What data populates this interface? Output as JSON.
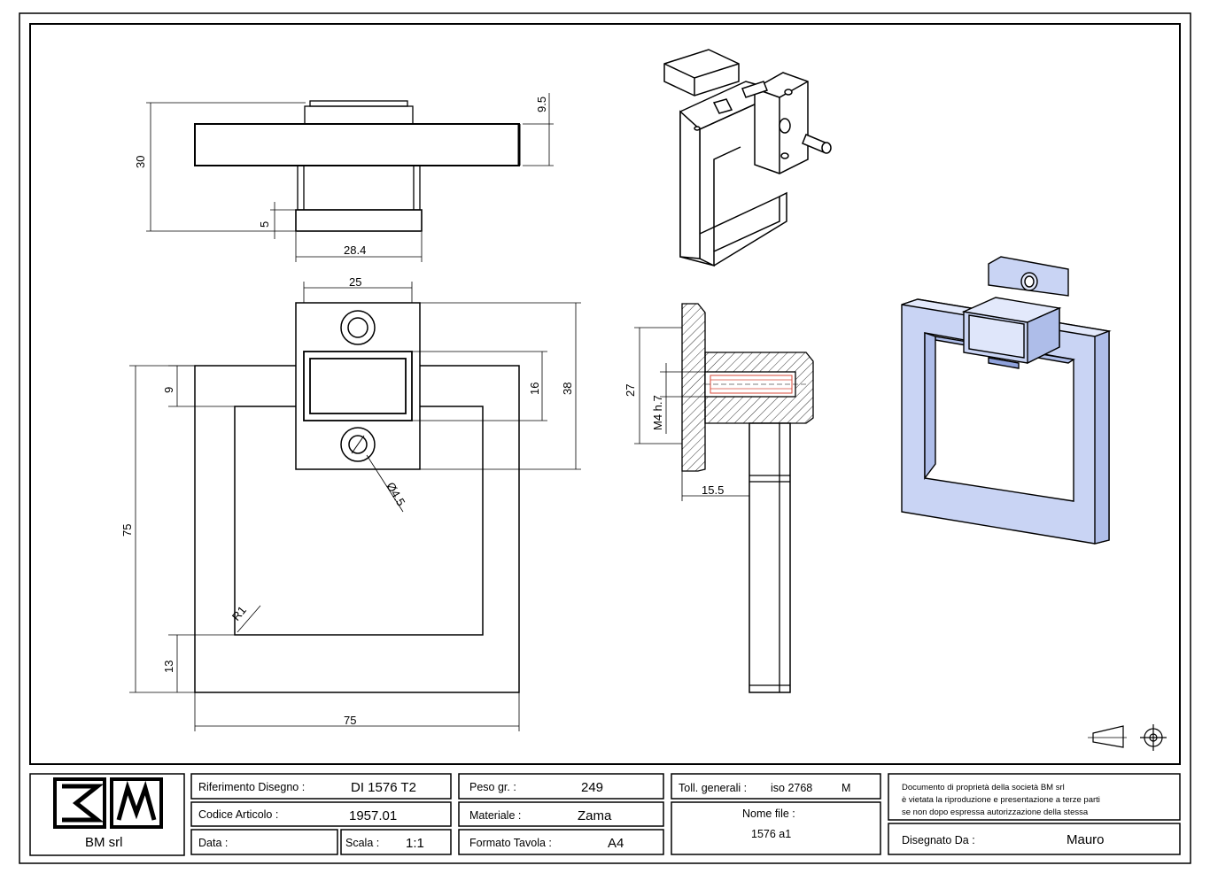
{
  "title_block": {
    "company_name": "BM srl",
    "riferimento_label": "Riferimento Disegno :",
    "riferimento_value": "DI 1576 T2",
    "codice_label": "Codice Articolo :",
    "codice_value": "1957.01",
    "data_label": "Data :",
    "scala_label": "Scala :",
    "scala_value": "1:1",
    "peso_label": "Peso gr. :",
    "peso_value": "249",
    "materiale_label": "Materiale :",
    "materiale_value": "Zama",
    "formato_label": "Formato Tavola :",
    "formato_value": "A4",
    "toll_label": "Toll. generali :",
    "toll_value": "iso 2768",
    "toll_class": "M",
    "nome_file_label": "Nome file :",
    "nome_file_value": "1576 a1",
    "disclaimer_line1": "Documento di proprietà della società BM srl",
    "disclaimer_line2": "è vietata la riproduzione e presentazione a terze parti",
    "disclaimer_line3": "se non dopo espressa autorizzazione della stessa",
    "disegnato_label": "Disegnato Da :",
    "disegnato_value": "Mauro"
  },
  "dimensions": {
    "top_height_total": "30",
    "top_plate": "9.5",
    "top_base": "5",
    "top_width": "28.4",
    "front_block_width": "25",
    "front_height_block": "38",
    "front_window": "16",
    "front_bar": "9",
    "front_height": "75",
    "front_bottom": "13",
    "front_width": "75",
    "hole_diameter": "Ø4.5",
    "inner_radius": "R1",
    "section_height": "27",
    "thread": "M4  h.7",
    "section_depth": "15.5"
  },
  "colors": {
    "line": "#000000",
    "iso_fill": "#c9d4f4",
    "iso_fill_light": "#e3e9fb",
    "hatch": "#000000",
    "thread_red": "#d94a3a"
  }
}
